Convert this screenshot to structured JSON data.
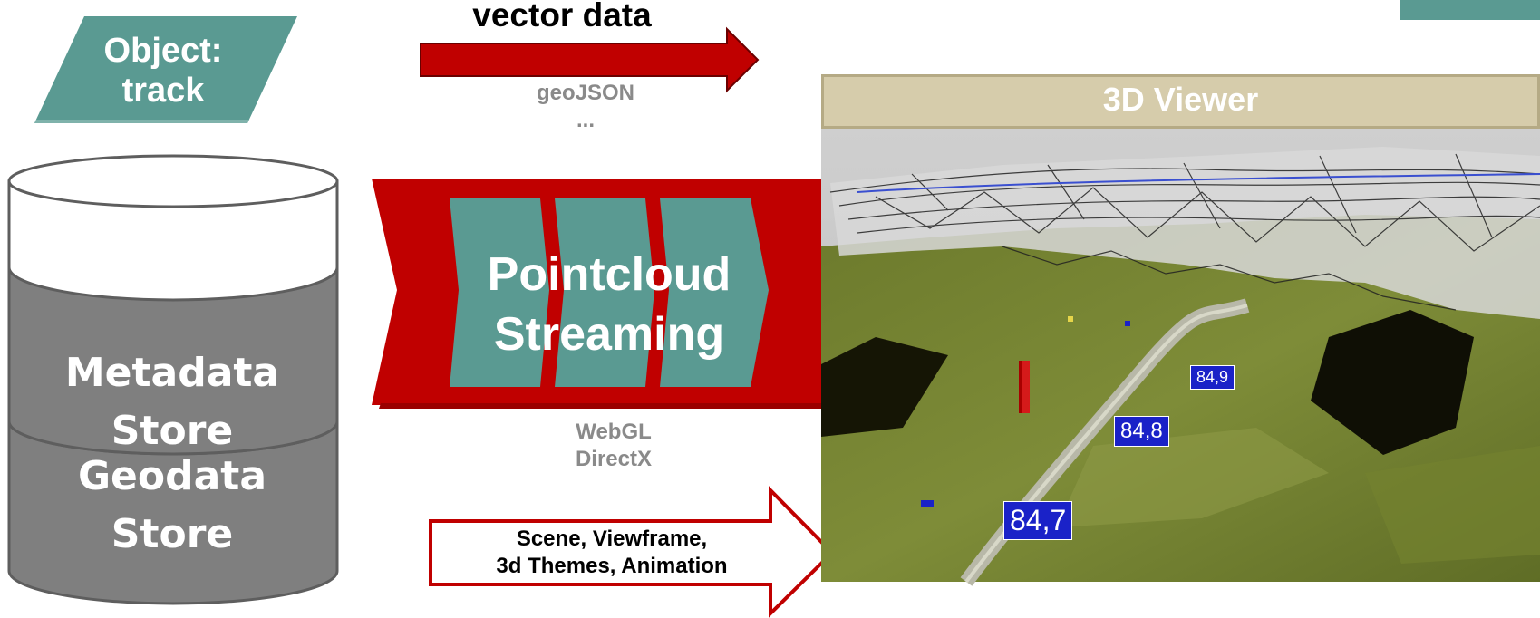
{
  "object_label": {
    "line1": "Object:",
    "line2": "track"
  },
  "vector_arrow": {
    "title": "vector data",
    "notes": [
      "geoJSON",
      "..."
    ]
  },
  "streaming": {
    "line1": "Pointcloud",
    "line2": "Streaming",
    "notes": [
      "WebGL",
      "DirectX"
    ]
  },
  "scene_arrow": {
    "line1": "Scene, Viewframe,",
    "line2": "3d Themes, Animation"
  },
  "database": {
    "upper": [
      "Metadata",
      "Store"
    ],
    "lower": [
      "Geodata",
      "Store"
    ]
  },
  "viewer": {
    "title": "3D Viewer",
    "labels": [
      "84,9",
      "84,8",
      "84,7"
    ]
  },
  "colors": {
    "teal": "#5a9a92",
    "red": "#c00000",
    "viewer_header": "#d6ccab",
    "label_blue": "#1a22c8",
    "db_gray": "#7f7f7f"
  }
}
